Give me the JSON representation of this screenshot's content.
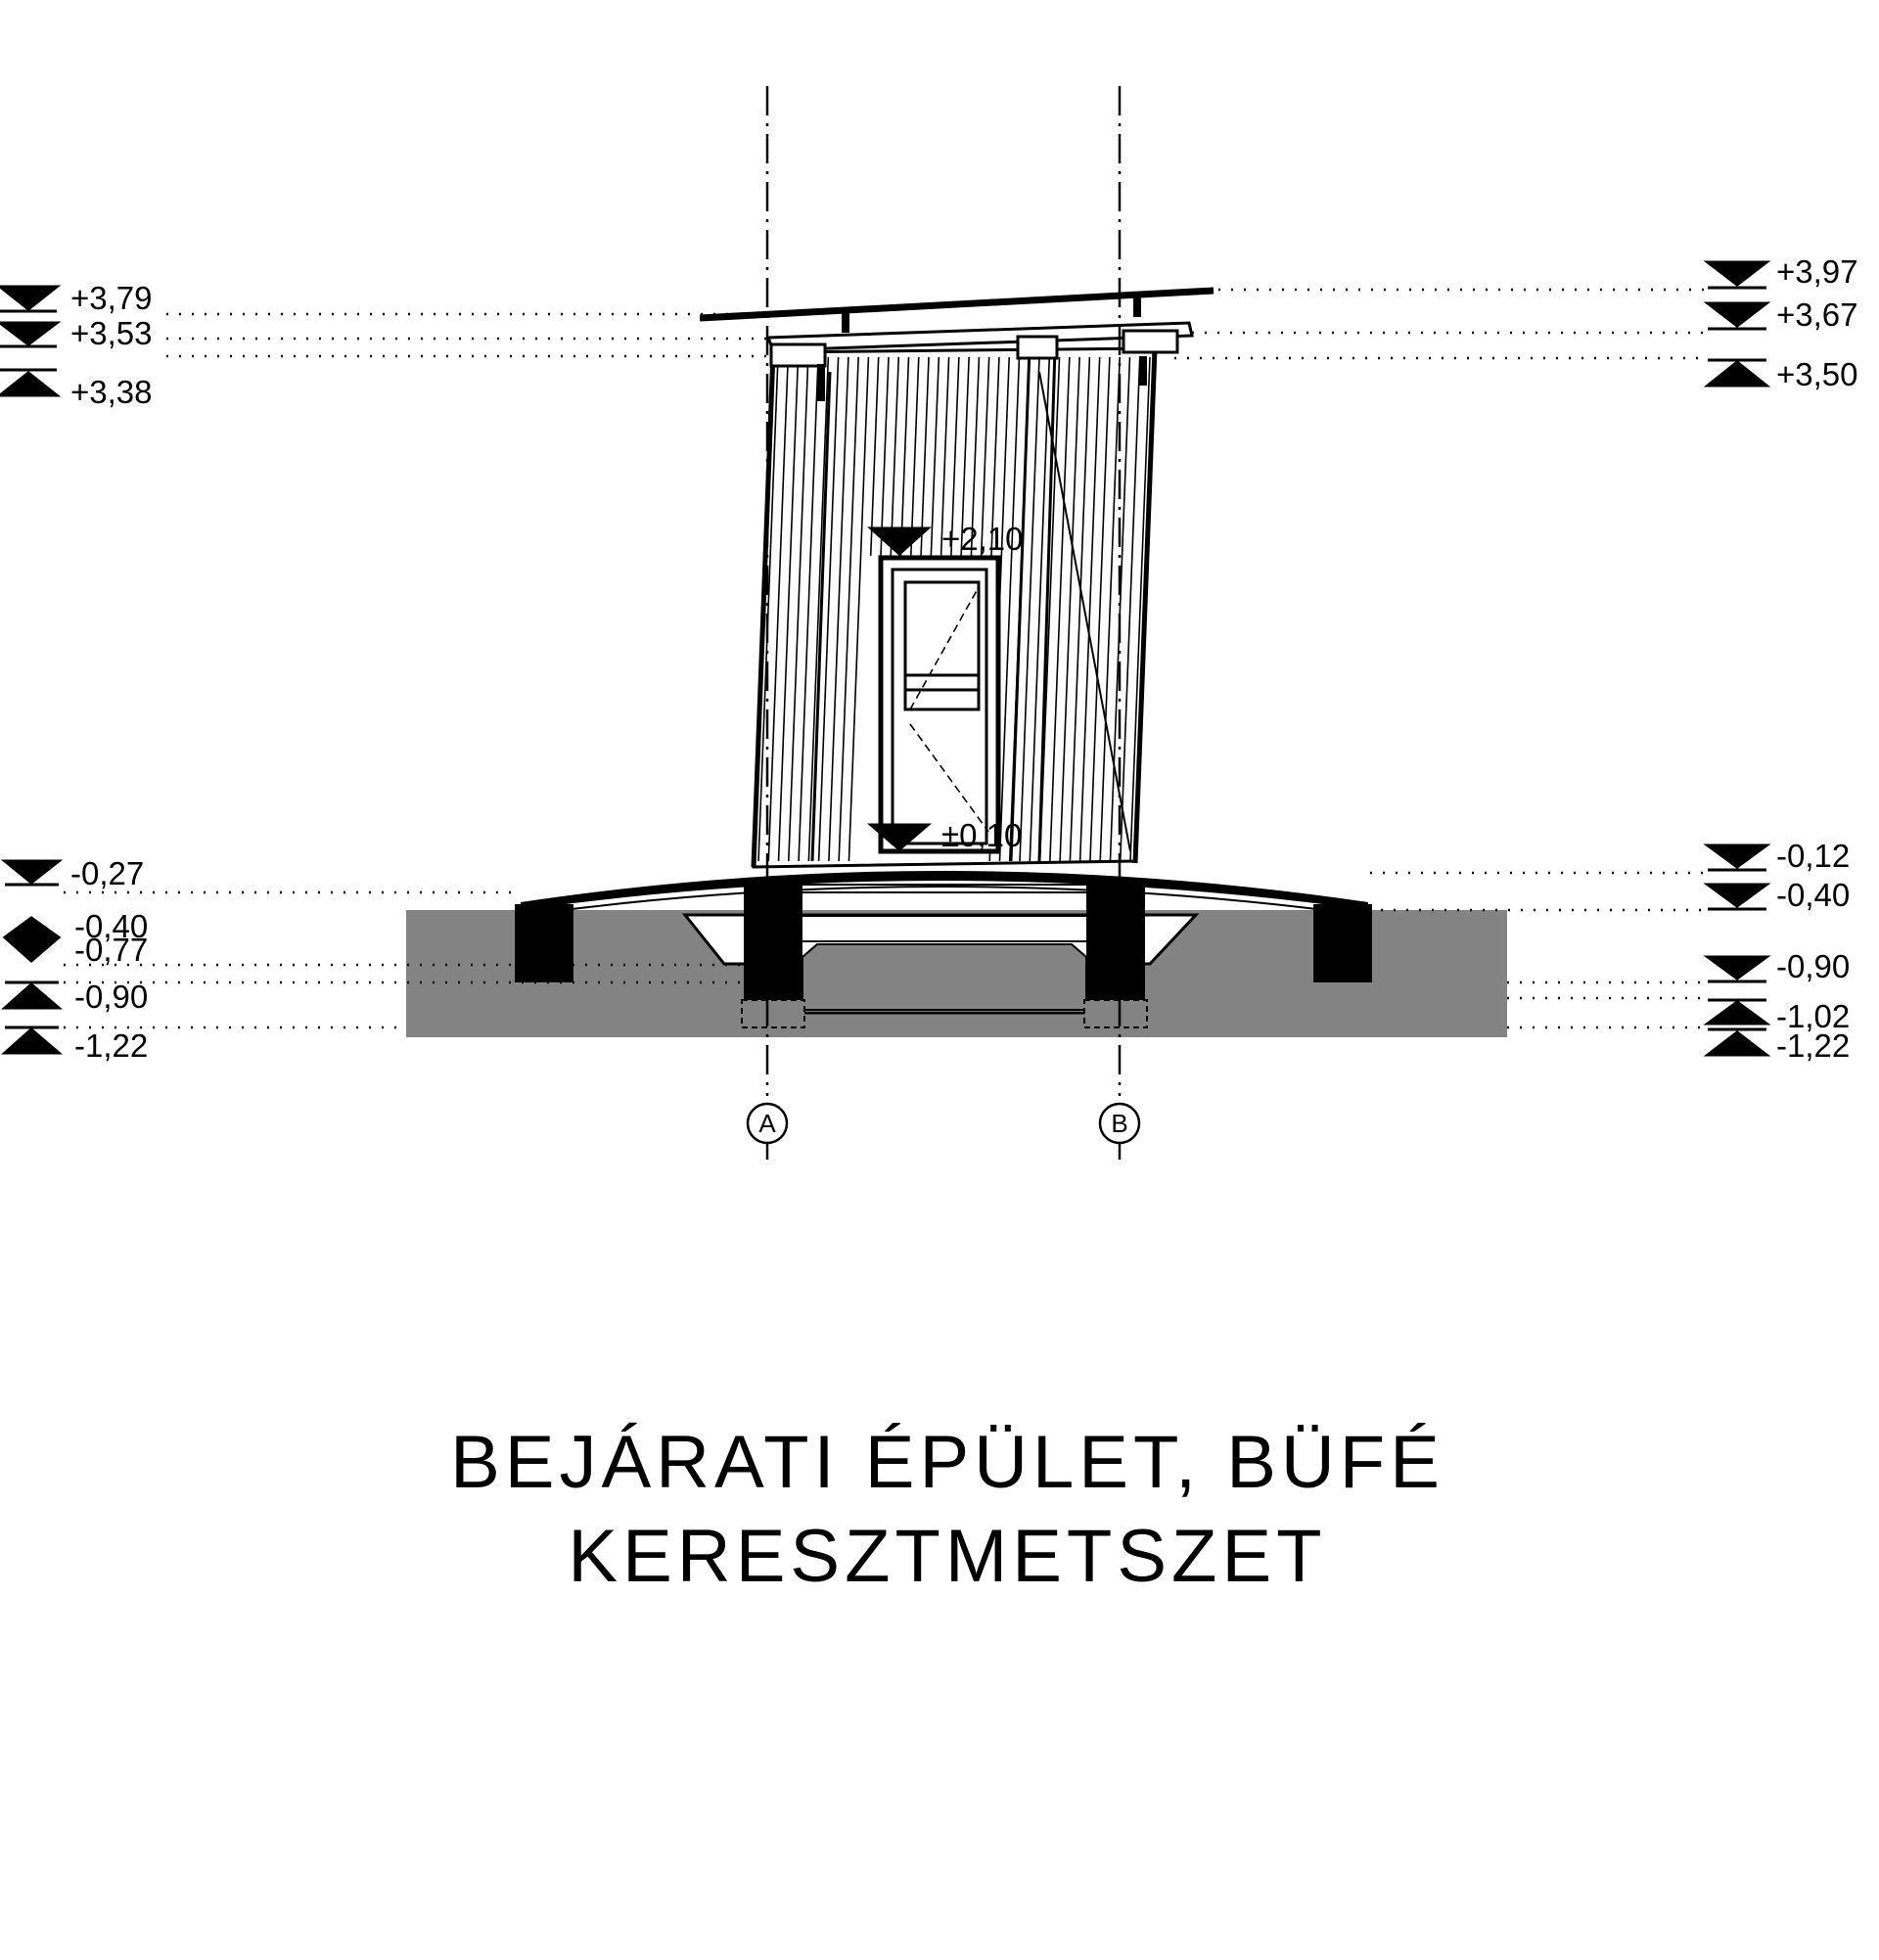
{
  "title": {
    "line1": "BEJÁRATI ÉPÜLET, BÜFÉ",
    "line2": "KERESZTMETSZET"
  },
  "grid_axes": [
    "A",
    "B"
  ],
  "levels_left": [
    "+3,79",
    "+3,53",
    "+3,38",
    "-0,27",
    "-0,40",
    "-0,77",
    "-0,90",
    "-1,22"
  ],
  "levels_right": [
    "+3,97",
    "+3,67",
    "+3,50",
    "-0,12",
    "-0,40",
    "-0,90",
    "-1,02",
    "-1,22"
  ],
  "levels_inner": [
    "+2,10",
    "±0,10"
  ],
  "colors": {
    "ground": "#838383",
    "ink": "#000000",
    "paper": "#ffffff"
  }
}
